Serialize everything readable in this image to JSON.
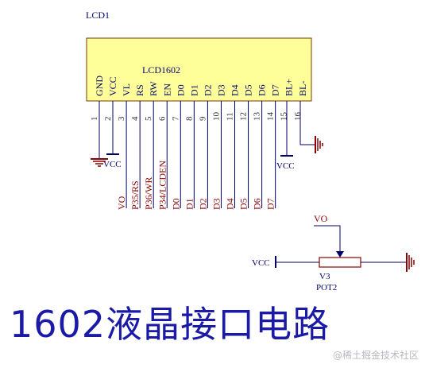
{
  "lcd": {
    "ref": "LCD1",
    "part": "LCD1602",
    "pins": [
      {
        "num": "1",
        "name": "GND",
        "net": ""
      },
      {
        "num": "2",
        "name": "VCC",
        "net": ""
      },
      {
        "num": "3",
        "name": "VL",
        "net": "VO"
      },
      {
        "num": "4",
        "name": "RS",
        "net": "P35/RS"
      },
      {
        "num": "5",
        "name": "RW",
        "net": "P36/WR"
      },
      {
        "num": "6",
        "name": "EN",
        "net": "P34/LCDEN"
      },
      {
        "num": "7",
        "name": "D0",
        "net": "D0"
      },
      {
        "num": "8",
        "name": "D1",
        "net": "D1"
      },
      {
        "num": "9",
        "name": "D2",
        "net": "D2"
      },
      {
        "num": "10",
        "name": "D3",
        "net": "D3"
      },
      {
        "num": "11",
        "name": "D4",
        "net": "D4"
      },
      {
        "num": "12",
        "name": "D5",
        "net": "D5"
      },
      {
        "num": "13",
        "name": "D6",
        "net": "D6"
      },
      {
        "num": "14",
        "name": "D7",
        "net": "D7"
      },
      {
        "num": "15",
        "name": "BL+",
        "net": ""
      },
      {
        "num": "16",
        "name": "BL-",
        "net": ""
      }
    ],
    "vcc_left": "VCC",
    "vcc_right": "VCC"
  },
  "pot": {
    "ref": "V3",
    "part": "POT2",
    "wiper_net": "VO",
    "supply": "VCC"
  },
  "caption": "1602液晶接口电路",
  "watermark": "@稀土掘金技术社区",
  "colors": {
    "wire": "#00006a",
    "net_label": "#8b0000",
    "power_label": "#00006a",
    "body_fill": "#ffff99",
    "body_stroke": "#7a3a00",
    "ground": "#8b0000",
    "caption": "#1a1aa6"
  }
}
